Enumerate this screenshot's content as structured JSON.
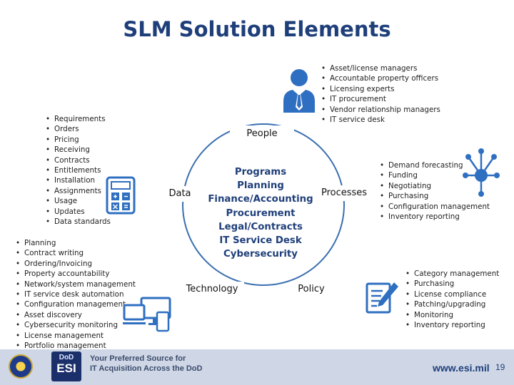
{
  "title": "SLM Solution Elements",
  "diagram": {
    "nodes": {
      "people": "People",
      "data": "Data",
      "processes": "Processes",
      "technology": "Technology",
      "policy": "Policy"
    },
    "center": [
      "Programs",
      "Planning",
      "Finance/Accounting",
      "Procurement",
      "Legal/Contracts",
      "IT Service Desk",
      "Cybersecurity"
    ]
  },
  "lists": {
    "people": [
      "Asset/license managers",
      "Accountable property officers",
      "Licensing experts",
      "IT procurement",
      "Vendor relationship managers",
      "IT service desk"
    ],
    "data": [
      "Requirements",
      "Orders",
      "Pricing",
      "Receiving",
      "Contracts",
      "Entitlements",
      "Installation",
      "Assignments",
      "Usage",
      "Updates",
      "Data standards"
    ],
    "processes": [
      "Demand forecasting",
      "Funding",
      "Negotiating",
      "Purchasing",
      "Configuration management",
      "Inventory reporting"
    ],
    "technology": [
      "Planning",
      "Contract writing",
      "Ordering/Invoicing",
      "Property accountability",
      "Network/system management",
      "IT service desk automation",
      "Configuration management",
      "Asset discovery",
      "Cybersecurity monitoring",
      "License management",
      "Portfolio management"
    ],
    "policy": [
      "Category management",
      "Purchasing",
      "License compliance",
      "Patching/upgrading",
      "Monitoring",
      "Inventory reporting"
    ]
  },
  "icons": {
    "people": "person-tie-icon",
    "data": "calculator-icon",
    "processes": "network-hub-icon",
    "technology": "computer-devices-icon",
    "policy": "document-pencil-icon"
  },
  "colors": {
    "title": "#1f3f7a",
    "accent": "#2f6fc1",
    "circle": "#3a6fb0",
    "footer": "#cfd7e6"
  },
  "footer": {
    "logo_small": "DoD",
    "logo_big": "ESI",
    "tagline1": "Your Preferred Source for",
    "tagline2": "IT Acquisition Across the DoD",
    "website": "www.esi.mil",
    "page_number": "19"
  }
}
